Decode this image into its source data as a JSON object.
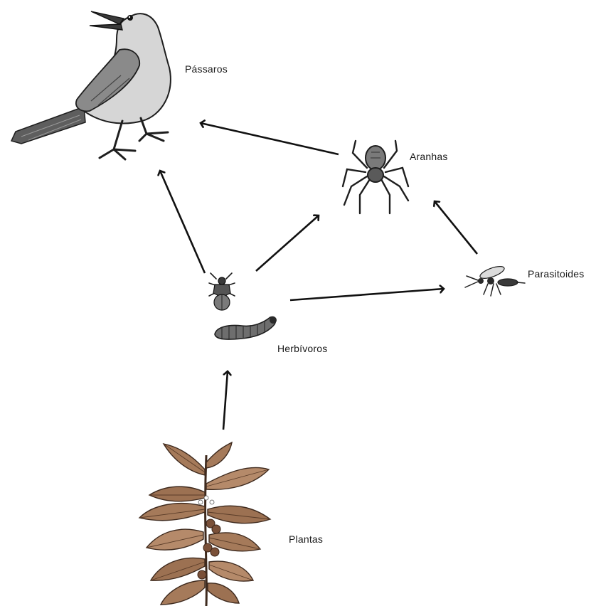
{
  "diagram": {
    "nodes": [
      {
        "id": "passaros",
        "label": "Pássaros",
        "icon": "bird-icon"
      },
      {
        "id": "aranhas",
        "label": "Aranhas",
        "icon": "spider-icon"
      },
      {
        "id": "parasitoides",
        "label": "Parasitoides",
        "icon": "wasp-icon"
      },
      {
        "id": "herbivoros",
        "label": "Herbívoros",
        "icon": "caterpillar-and-bug-icon"
      },
      {
        "id": "plantas",
        "label": "Plantas",
        "icon": "coffee-plant-icon"
      }
    ],
    "edges": [
      {
        "from": "plantas",
        "to": "herbivoros"
      },
      {
        "from": "herbivoros",
        "to": "passaros"
      },
      {
        "from": "herbivoros",
        "to": "aranhas"
      },
      {
        "from": "herbivoros",
        "to": "parasitoides"
      },
      {
        "from": "aranhas",
        "to": "passaros"
      },
      {
        "from": "parasitoides",
        "to": "aranhas"
      }
    ],
    "colors": {
      "arrow": "#111111",
      "leaf": "#a57a5a",
      "leaf_dark": "#6b4a34",
      "animal": "#7a7a7a",
      "animal_dark": "#2e2e2e"
    }
  }
}
